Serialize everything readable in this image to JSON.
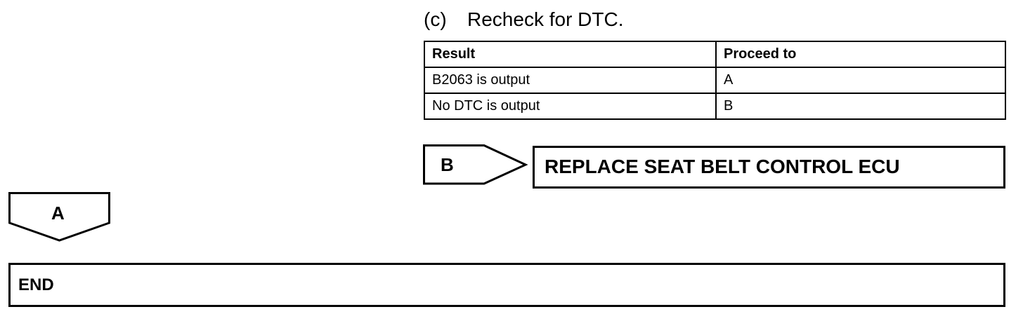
{
  "step": {
    "letter": "(c)",
    "text": "Recheck for DTC."
  },
  "result_table": {
    "headers": [
      "Result",
      "Proceed to"
    ],
    "rows": [
      [
        "B2063 is output",
        "A"
      ],
      [
        "No DTC is output",
        "B"
      ]
    ]
  },
  "branch_b": {
    "label": "B",
    "action": "REPLACE SEAT BELT CONTROL ECU"
  },
  "branch_a": {
    "label": "A"
  },
  "end_box": {
    "text": "END"
  }
}
